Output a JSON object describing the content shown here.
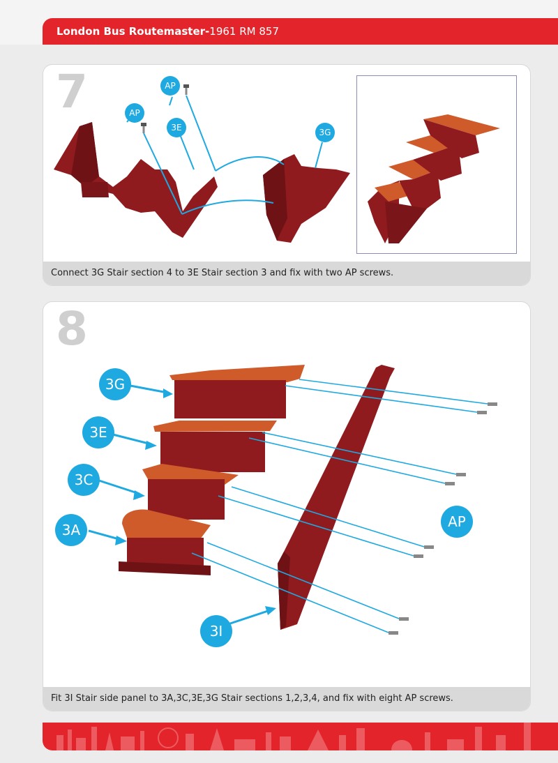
{
  "header": {
    "title_bold": "London Bus Routemaster-",
    "title_rest": "1961 RM 857"
  },
  "step7": {
    "number": "7",
    "caption": "Connect 3G Stair section 4 to 3E Stair section 3 and fix with two AP screws.",
    "labels": {
      "ap_top": "AP",
      "ap_left": "AP",
      "e3": "3E",
      "g3": "3G"
    }
  },
  "step8": {
    "number": "8",
    "caption": "Fit 3I Stair side panel to 3A,3C,3E,3G Stair sections 1,2,3,4, and fix with eight AP screws.",
    "labels": {
      "g3": "3G",
      "e3": "3E",
      "c3": "3C",
      "a3": "3A",
      "ap": "AP",
      "i3": "3I"
    }
  },
  "colors": {
    "brand_red": "#e3242b",
    "callout_blue": "#1ea9e1",
    "part_maroon": "#8f1b1f",
    "step_orange": "#cf5a2a"
  }
}
